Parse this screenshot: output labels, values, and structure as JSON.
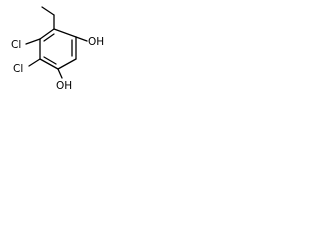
{
  "molecule": {
    "labels": {
      "cl_top": "Cl",
      "cl_bottom": "Cl",
      "oh_right": "OH",
      "oh_bottom": "OH"
    },
    "colors": {
      "bond": "#000000",
      "text": "#000000",
      "background": "#ffffff"
    }
  }
}
